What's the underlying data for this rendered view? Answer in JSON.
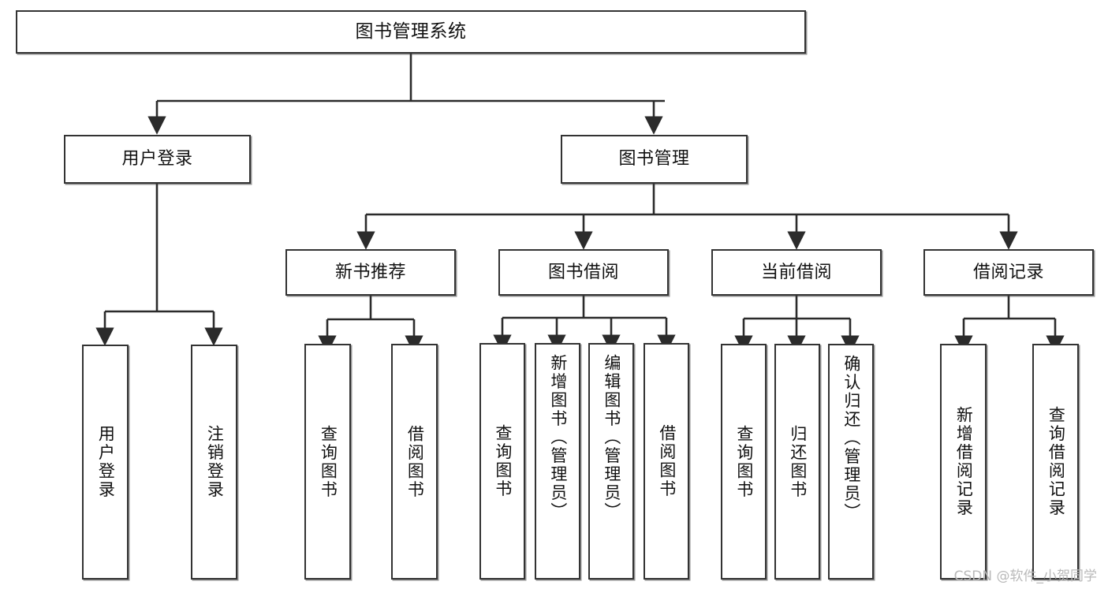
{
  "diagram": {
    "title": "图书管理系统",
    "type": "tree-hierarchy",
    "root": {
      "id": "root",
      "label": "图书管理系统"
    },
    "level2": [
      {
        "id": "user-login",
        "label": "用户登录"
      },
      {
        "id": "book-management",
        "label": "图书管理"
      }
    ],
    "level3": [
      {
        "id": "new-book-recommend",
        "label": "新书推荐",
        "parent": "book-management"
      },
      {
        "id": "book-borrow",
        "label": "图书借阅",
        "parent": "book-management"
      },
      {
        "id": "current-borrow",
        "label": "当前借阅",
        "parent": "book-management"
      },
      {
        "id": "borrow-record",
        "label": "借阅记录",
        "parent": "book-management"
      }
    ],
    "leaves": [
      {
        "id": "leaf-user-login",
        "label": "用户登录",
        "parent": "user-login"
      },
      {
        "id": "leaf-logout-login",
        "label": "注销登录",
        "parent": "user-login"
      },
      {
        "id": "leaf-query-book-1",
        "label": "查询图书",
        "parent": "new-book-recommend"
      },
      {
        "id": "leaf-borrow-book-1",
        "label": "借阅图书",
        "parent": "new-book-recommend"
      },
      {
        "id": "leaf-query-book-2",
        "label": "查询图书",
        "parent": "book-borrow"
      },
      {
        "id": "leaf-add-book-admin",
        "label": "新增图书（管理员）",
        "parent": "book-borrow"
      },
      {
        "id": "leaf-edit-book-admin",
        "label": "编辑图书（管理员）",
        "parent": "book-borrow"
      },
      {
        "id": "leaf-borrow-book-2",
        "label": "借阅图书",
        "parent": "book-borrow"
      },
      {
        "id": "leaf-query-book-3",
        "label": "查询图书",
        "parent": "current-borrow"
      },
      {
        "id": "leaf-return-book",
        "label": "归还图书",
        "parent": "current-borrow"
      },
      {
        "id": "leaf-confirm-return-admin",
        "label": "确认归还（管理员）",
        "parent": "current-borrow"
      },
      {
        "id": "leaf-add-borrow-record",
        "label": "新增借阅记录",
        "parent": "borrow-record"
      },
      {
        "id": "leaf-query-borrow-record",
        "label": "查询借阅记录",
        "parent": "borrow-record"
      }
    ]
  },
  "watermark": {
    "text": "CSDN @软件_小贺同学"
  },
  "colors": {
    "border": "#333333",
    "background": "#ffffff",
    "text": "#111111",
    "watermark": "#b9b9b9",
    "connector": "#2b2b2b"
  }
}
